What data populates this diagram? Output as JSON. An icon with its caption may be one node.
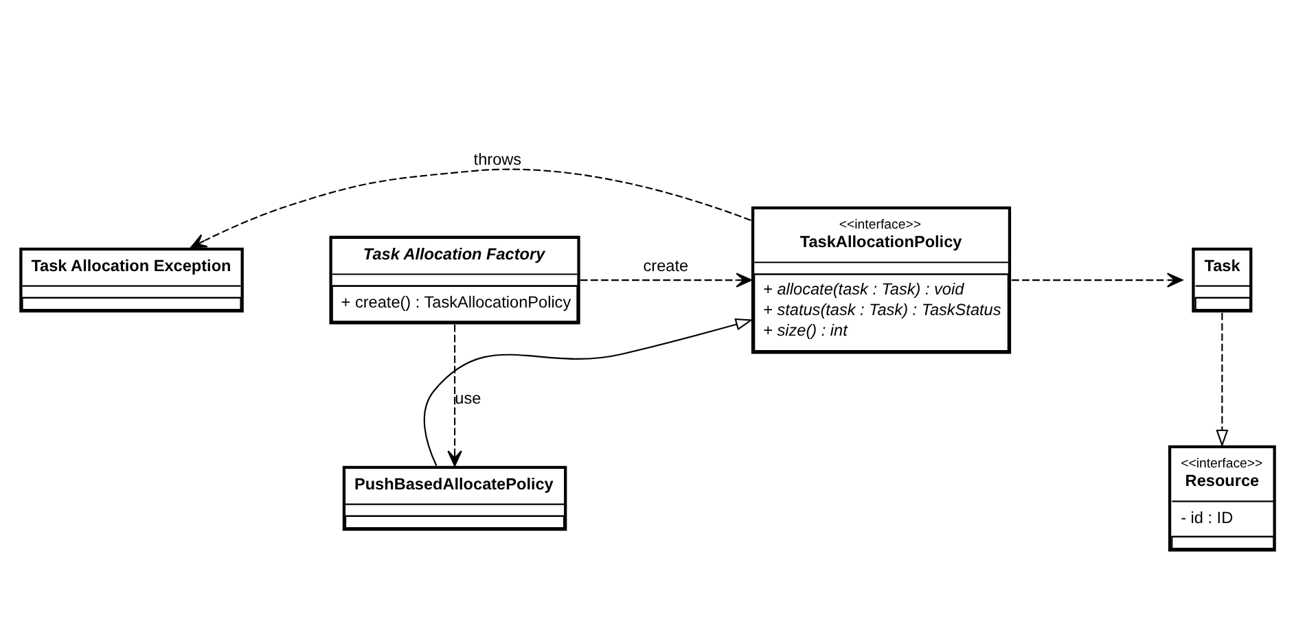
{
  "diagram": {
    "nodes": [
      {
        "text": [
          "Task Allocation Exception"
        ]
      },
      {
        "text": [
          "Task Allocation Factory",
          "+ create() : TaskAllocationPolicy"
        ]
      },
      {
        "text": [
          "<<interface>>",
          "TaskAllocationPolicy",
          "+ allocate(task : Task) : void",
          "+ status(task : Task) : TaskStatus",
          "+ size() : int"
        ]
      },
      {
        "text": [
          "Task"
        ]
      },
      {
        "text": [
          "PushBasedAllocatePolicy"
        ]
      },
      {
        "text": [
          "<<interface>>",
          "Resource",
          "- id : ID"
        ]
      }
    ],
    "edges": [
      {
        "from": 2,
        "to": 0,
        "arrow": "to",
        "style": "dashed",
        "label": "throws"
      },
      {
        "from": 1,
        "to": 2,
        "arrow": "to",
        "style": "dashed",
        "label": "create"
      },
      {
        "from": 2,
        "to": 3,
        "arrow": "to",
        "style": "dashed"
      },
      {
        "from": 3,
        "to": 5,
        "arrow": "to",
        "style": "dashed"
      },
      {
        "from": 4,
        "to": 2,
        "arrow": "to"
      },
      {
        "from": 1,
        "to": 4,
        "arrow": "to",
        "style": "dashed",
        "label": "use"
      }
    ]
  }
}
